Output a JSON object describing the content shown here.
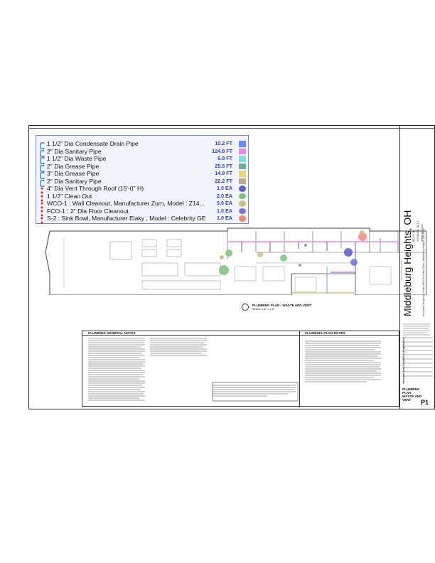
{
  "legend": {
    "rows": [
      {
        "label": "1 1/2\" Dia Condensate  Drain Pipe",
        "value": "10.2 FT",
        "icon": "pipe-run-icon",
        "color": "#6b8cff",
        "shape": "rect"
      },
      {
        "label": "2\" Dia Sanitary Pipe",
        "value": "124.8 FT",
        "icon": "pipe-run-icon",
        "color": "#e68ae6",
        "shape": "rect"
      },
      {
        "label": "1 1/2\" Dia Waste Pipe",
        "value": "6.8 FT",
        "icon": "pipe-run-icon",
        "color": "#7fdede",
        "shape": "rect"
      },
      {
        "label": "2\" Dia Grease Pipe",
        "value": "25.5 FT",
        "icon": "pipe-run-icon",
        "color": "#6fae8f",
        "shape": "rect"
      },
      {
        "label": "3\" Dia Grease Pipe",
        "value": "14.9 FT",
        "icon": "pipe-run-icon",
        "color": "#e8d67a",
        "shape": "rect"
      },
      {
        "label": "2\" Dia Sanitary Pipe",
        "value": "22.2 FT",
        "icon": "pipe-run-icon",
        "color": "#b9ad8e",
        "shape": "rect"
      },
      {
        "label": "4\" Dia Vent Through Roof (15'-0\" H)",
        "value": "1.0 EA",
        "icon": "count-marker-icon",
        "color": "#5e63c4",
        "shape": "round"
      },
      {
        "label": "1  1/2\" Clean Out",
        "value": "2.0 EA",
        "icon": "count-marker-icon",
        "color": "#7ec07e",
        "shape": "round"
      },
      {
        "label": "WCO-1 : Wall Cleanout, Manufacturer Zurn, Model : Z14...",
        "value": "5.0 EA",
        "icon": "count-marker-icon",
        "color": "#c9c28a",
        "shape": "round"
      },
      {
        "label": "FCO-1 : 2\" Dia Floor Cleanout",
        "value": "1.0 EA",
        "icon": "count-marker-icon",
        "color": "#7b76d8",
        "shape": "round"
      },
      {
        "label": "S-2 : Sink Bowl, Manufacturer Elaky , Model : Celebrity GE",
        "value": "1.0 EA",
        "icon": "count-marker-icon",
        "color": "#ee8a7a",
        "shape": "round"
      }
    ]
  },
  "plan": {
    "caption": "PLUMBING PLAN - WASTE AND VENT",
    "scale": "SCALE: 1/8\" = 1'-0\""
  },
  "notes": {
    "general_title": "PLUMBING GENERAL NOTES",
    "plan_title": "PLUMBING PLAN NOTES"
  },
  "title_block": {
    "city": "Middleburg Heights, OH",
    "address": "Southland Shopping Center, 6809 Southland Drive, Middleburg Heights, OH 44130",
    "client": "American Best Cocktails & Burgerbarres",
    "stamp_line1": "BID & LLD",
    "stamp_line2": "ISSUANCE: OCT 5",
    "stamp_line3": "APRIL 24, 2024",
    "sheet_name": "PLUMBING PLAN WASTE AND VENT",
    "sheet_number": "P1"
  }
}
